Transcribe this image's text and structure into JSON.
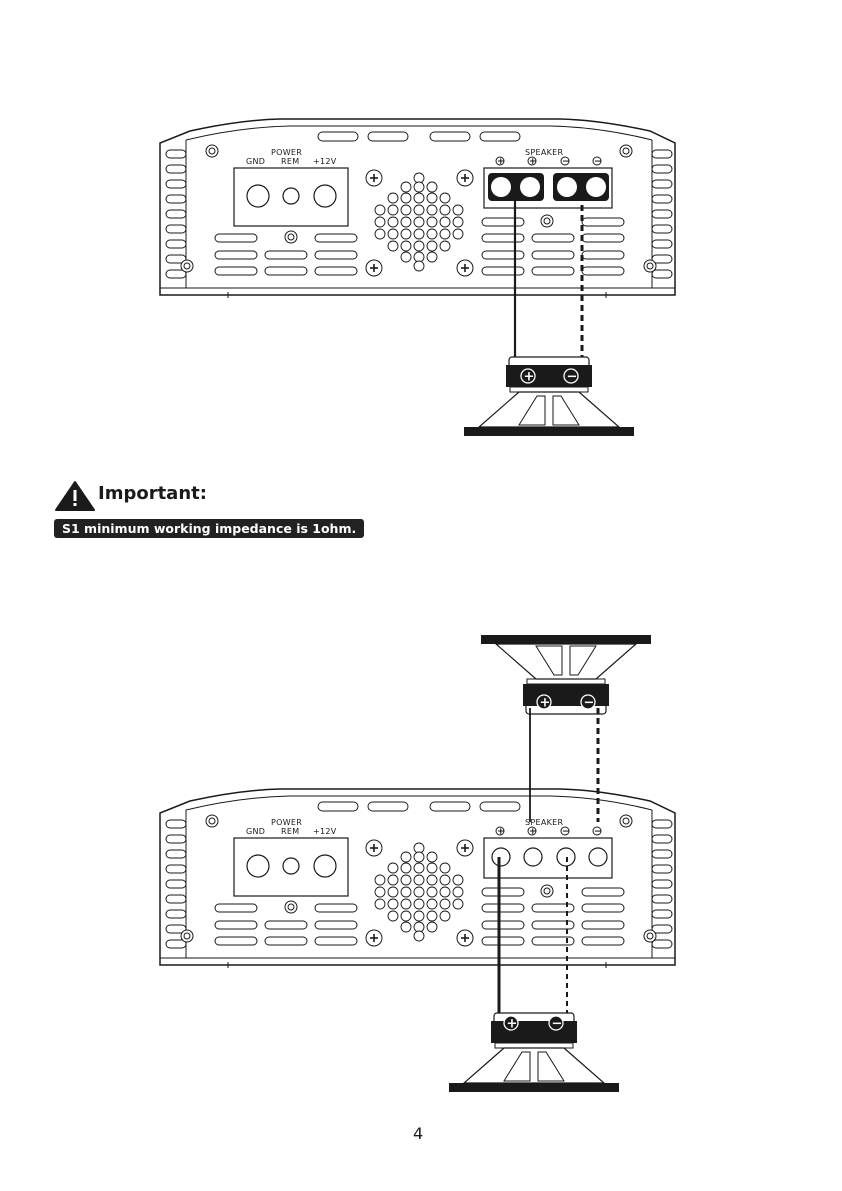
{
  "panel": {
    "power_label": "POWER",
    "gnd_label": "GND",
    "rem_label": "REM",
    "v12_label": "+12V",
    "speaker_label": "SPEAKER"
  },
  "important": {
    "heading": "Important:",
    "note": "S1 minimum working impedance is 1ohm.",
    "icon": "warning-triangle-icon"
  },
  "page_number": "4",
  "terminal_symbols": {
    "plus": "+",
    "minus": "−"
  }
}
